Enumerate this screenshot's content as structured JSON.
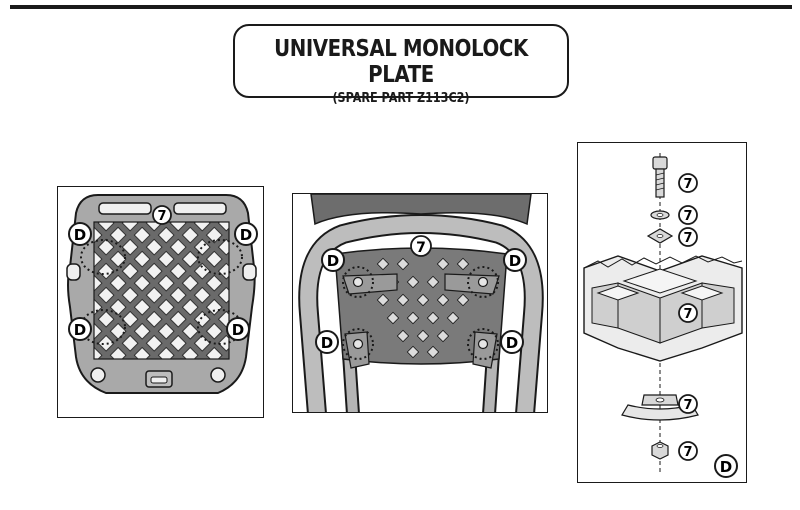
{
  "title": {
    "main": "UNIVERSAL MONOLOCK PLATE",
    "sub": "(SPARE PART Z113C2)"
  },
  "callouts": {
    "seven": "7",
    "d": "D"
  },
  "colors": {
    "line": "#1a1a1a",
    "plate_fill": "#a9a9a9",
    "grid_fill": "#e8e8e8",
    "rack": "#8c8c8c"
  }
}
